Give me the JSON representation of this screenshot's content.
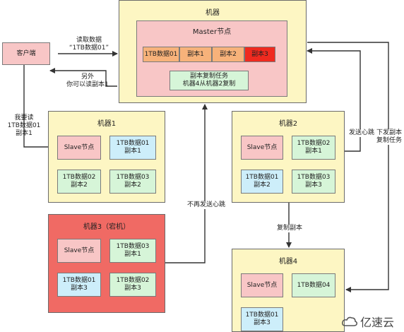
{
  "client": {
    "label": "客户端"
  },
  "master_machine": {
    "title": "机器",
    "master_node": {
      "title": "Master节点",
      "blocks": [
        "1TB数据01",
        "副本1",
        "副本2",
        "副本3"
      ],
      "task": "副本复制任务\n机器4从机器2复制"
    }
  },
  "machine1": {
    "title": "机器1",
    "nodes": [
      "Slave节点",
      "1TB数据01\n副本1",
      "1TB数据02\n副本2",
      "1TB数据03\n副本2"
    ]
  },
  "machine2": {
    "title": "机器2",
    "nodes": [
      "Slave节点",
      "1TB数据02\n副本1",
      "1TB数据01\n副本2",
      "1TB数据03\n副本3"
    ]
  },
  "machine3": {
    "title": "机器3（宕机）",
    "nodes": [
      "Slave节点",
      "1TB数据03\n副本1",
      "1TB数据01\n副本3",
      "1TB数据02\n副本3"
    ]
  },
  "machine4": {
    "title": "机器4",
    "nodes": [
      "Slave节点",
      "1TB数据04",
      "1TB数据01\n副本3"
    ]
  },
  "labels": {
    "read_request": "读取数据\n“1TB数据01”",
    "reply": "另外\n你可以读副本1",
    "want_read": "我要读\n1TB数据01\n副本1",
    "no_heartbeat": "不再发送心跳",
    "heartbeat": "发送心跳",
    "dispatch": "下发副本\n复制任务",
    "copy": "复制副本"
  },
  "watermark": "亿速云"
}
